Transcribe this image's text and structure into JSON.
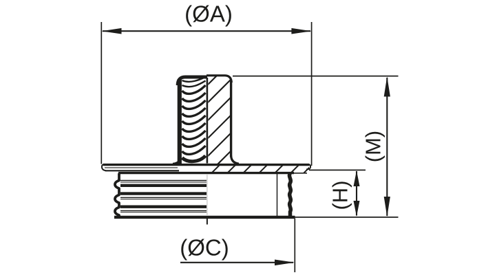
{
  "drawing": {
    "labels": {
      "dia_a": "(ØA)",
      "m": "(M)",
      "h": "(H)",
      "dia_c": "(ØC)"
    },
    "colors": {
      "line": "#1d1d1b",
      "background": "#ffffff",
      "faint_line": "#c4c4c4"
    }
  }
}
